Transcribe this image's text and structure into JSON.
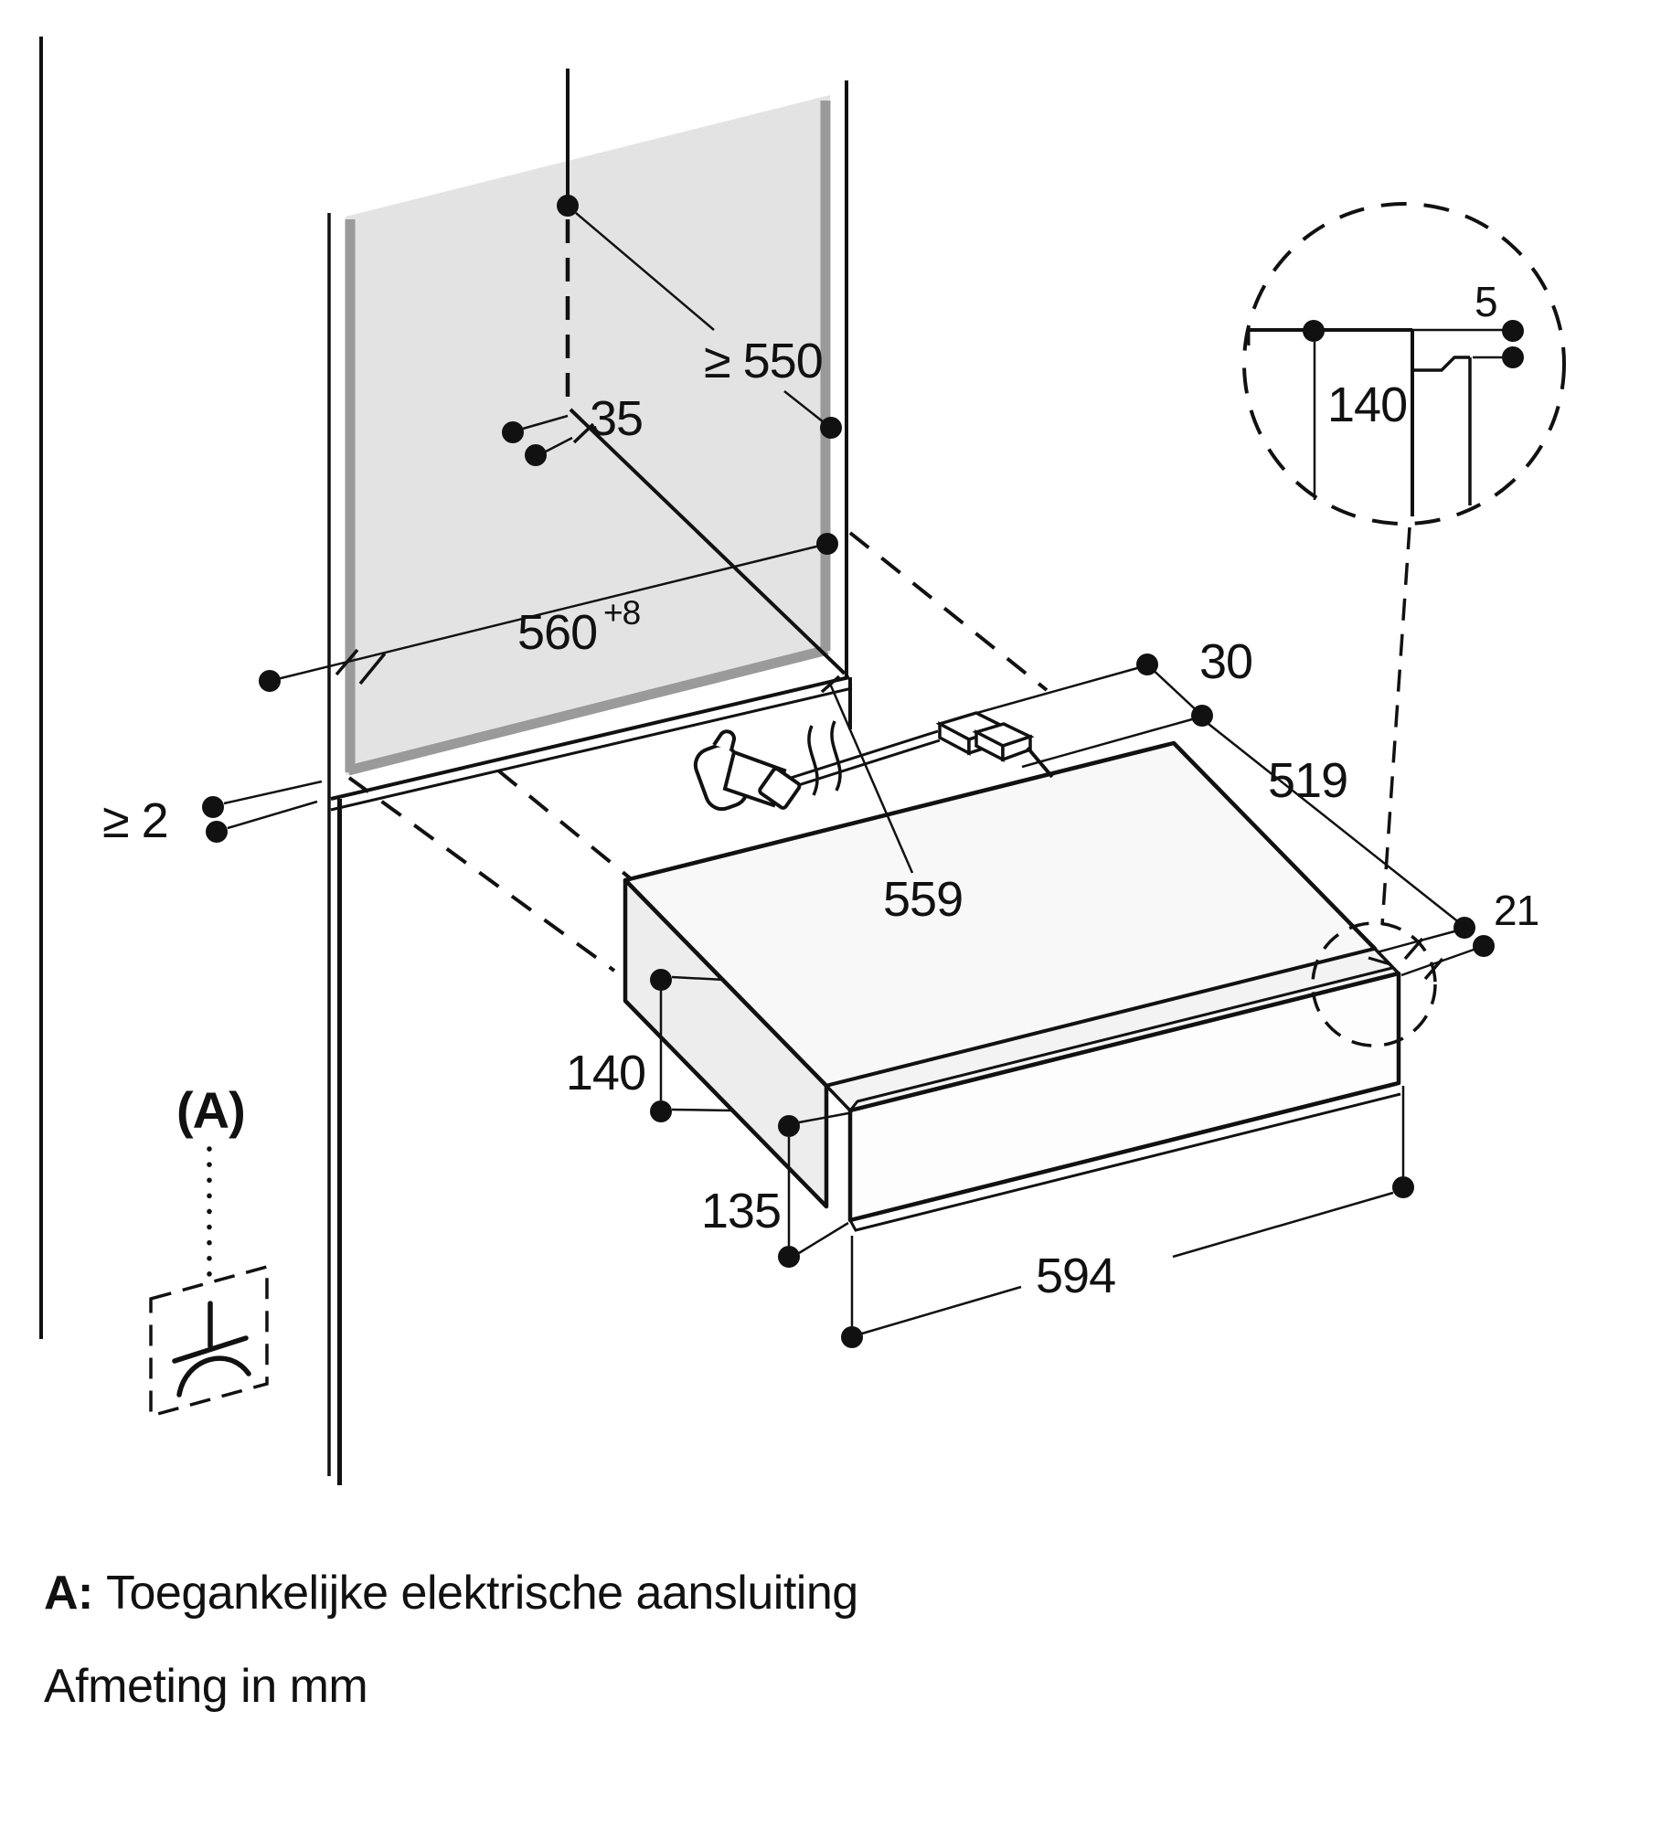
{
  "diagram": {
    "type": "appliance installation drawing (built-in warming drawer niche)",
    "units_note": "Afmeting in mm",
    "legend_prefix": "A:",
    "legend_text": "Toegankelijke elektrische aansluiting",
    "access_point_label": "(A)",
    "dimensions": {
      "niche_height_min": "≥ 550",
      "fixing_offset": "35",
      "niche_width": "560",
      "niche_width_tolerance": "+8",
      "side_gap_min": "≥ 2",
      "rear_clearance": "30",
      "appliance_depth": "519",
      "appliance_width": "559",
      "front_proud": "21",
      "appliance_height": "140",
      "front_panel_height": "135",
      "front_panel_width": "594",
      "detail_gap": "5",
      "detail_height": "140"
    },
    "colors": {
      "line": "#111111",
      "panel_fill": "#e3e3e3",
      "panel_border": "#9a9a9a",
      "face_top": "#f8f8f8",
      "face_side": "#ededed",
      "face_front": "#fdfdfd",
      "background": "#ffffff"
    },
    "icons": [
      "earthing-connection-icon",
      "power-plug-icon"
    ]
  }
}
